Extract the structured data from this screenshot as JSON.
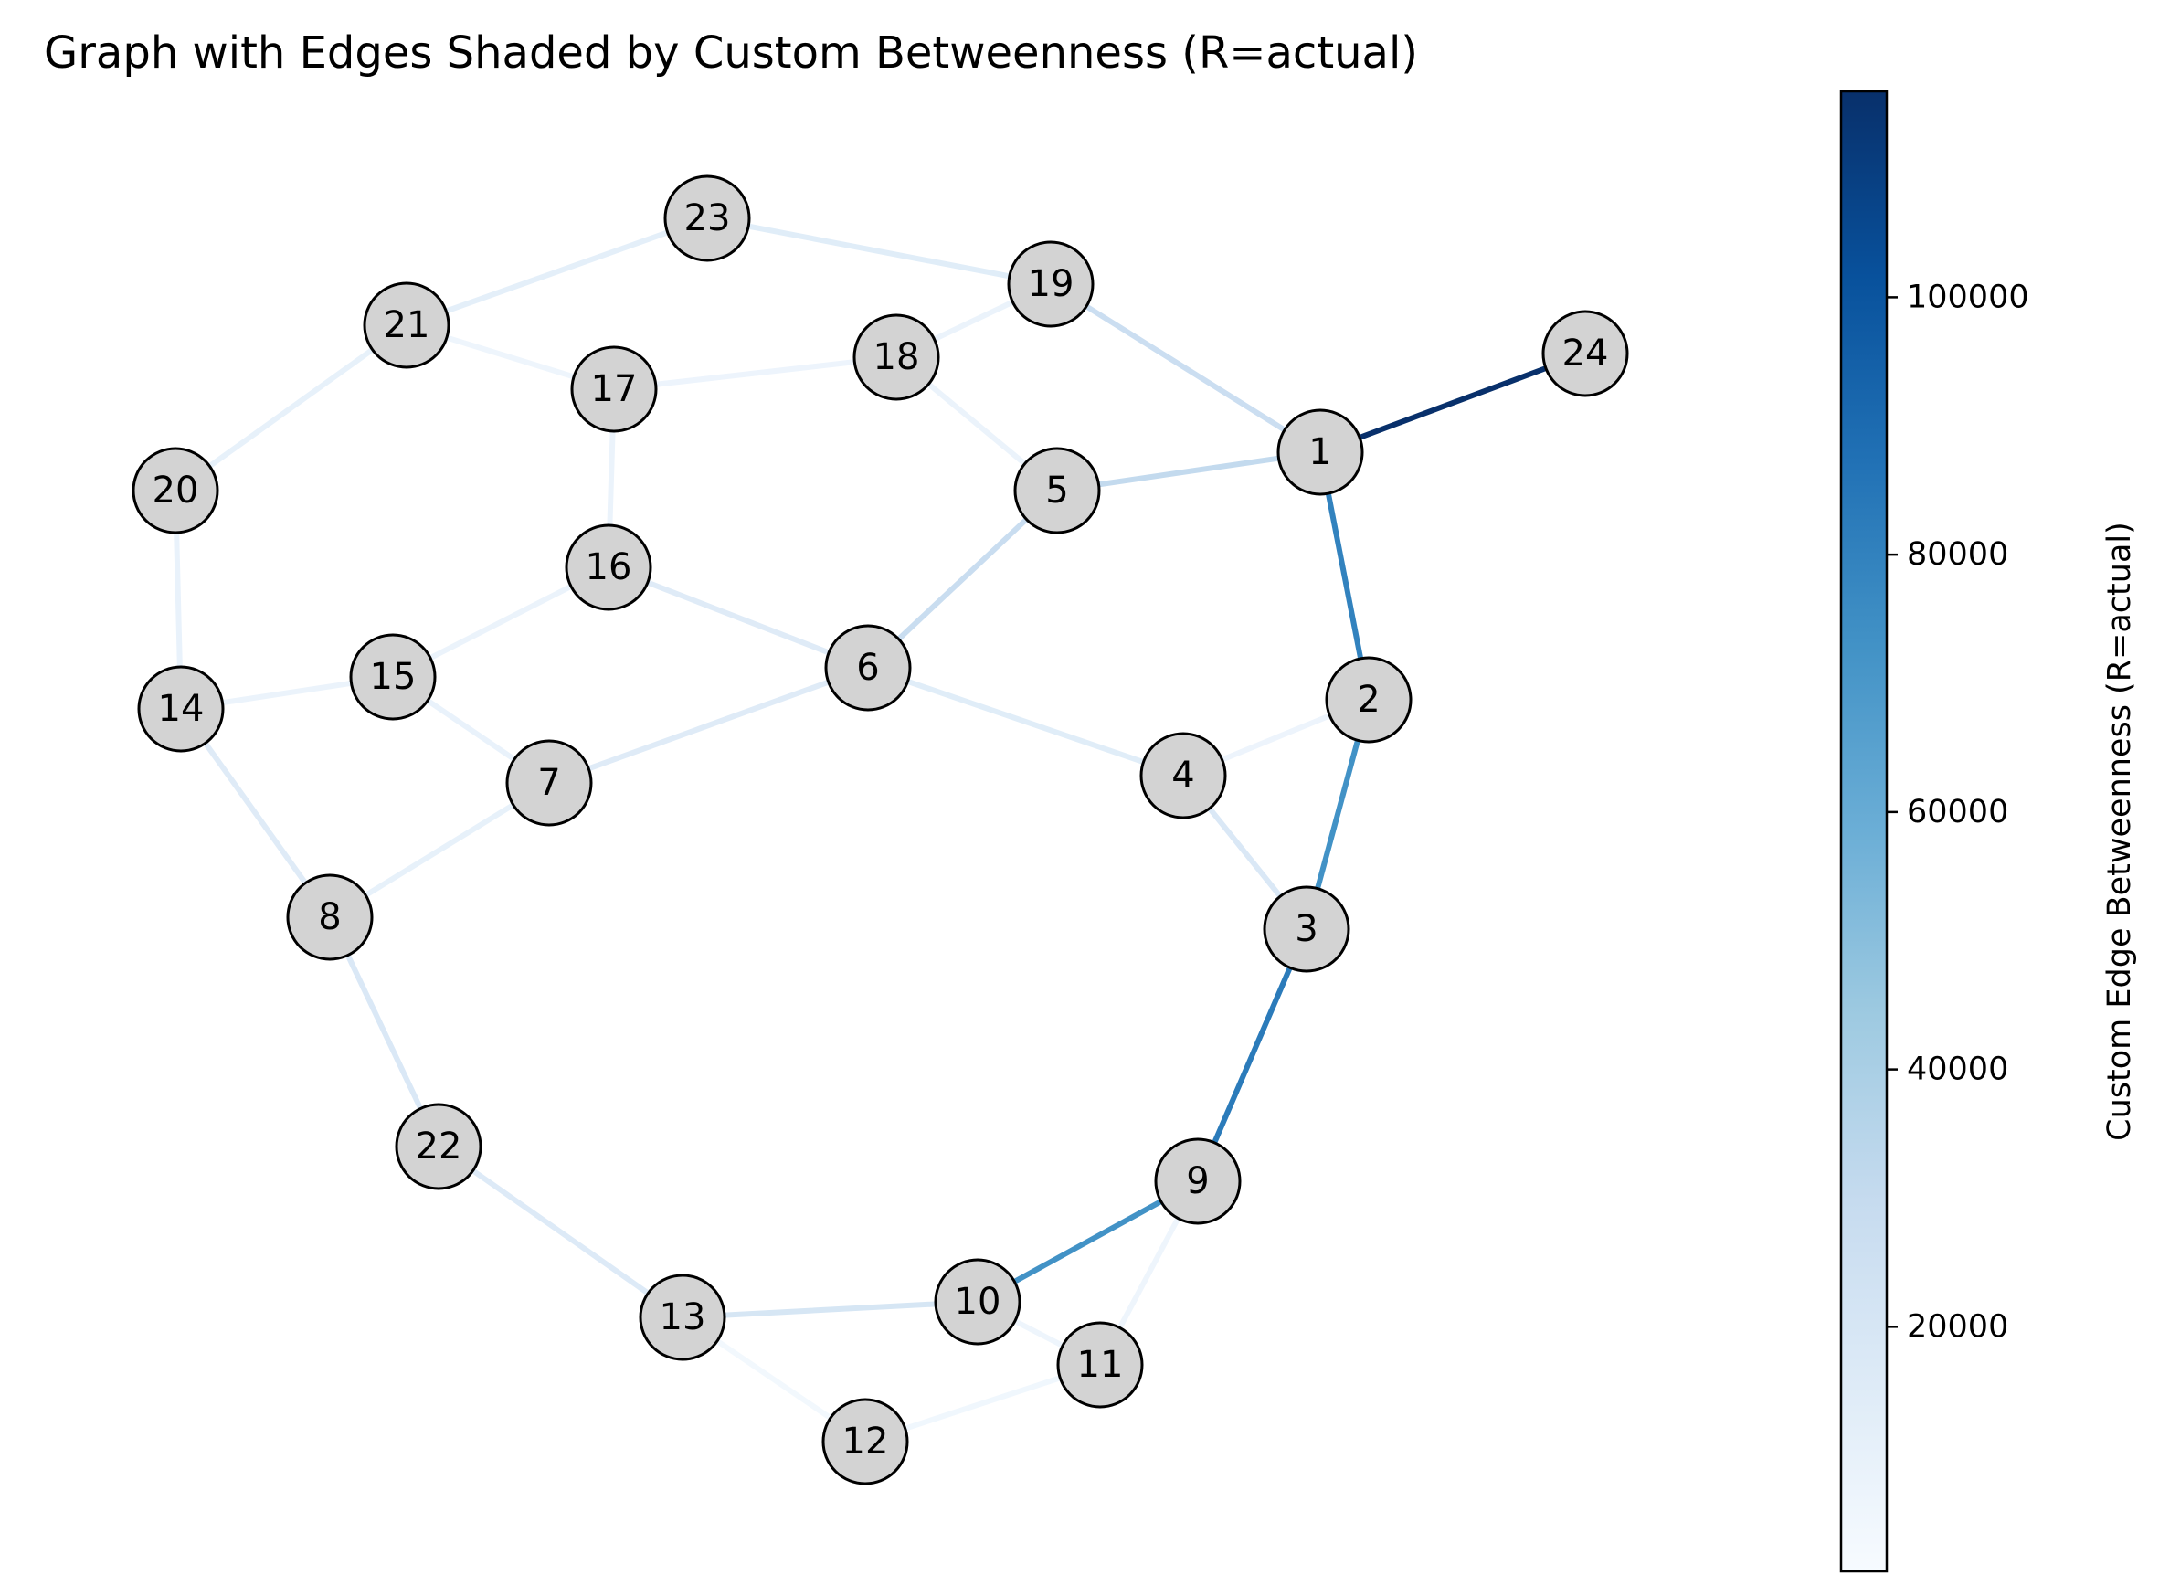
{
  "title": "Graph with Edges Shaded by Custom Betweenness (R=actual)",
  "colorbar": {
    "label": "Custom Edge Betweenness (R=actual)",
    "colormap": "Blues",
    "min": 1000,
    "max": 116000,
    "ticks": [
      20000,
      40000,
      60000,
      80000,
      100000
    ],
    "tick_labels": [
      "20000",
      "40000",
      "60000",
      "80000",
      "100000"
    ]
  },
  "node_style": {
    "fill": "#d3d3d3",
    "stroke": "#000000"
  },
  "nodes": [
    "1",
    "2",
    "3",
    "4",
    "5",
    "6",
    "7",
    "8",
    "9",
    "10",
    "11",
    "12",
    "13",
    "14",
    "15",
    "16",
    "17",
    "18",
    "19",
    "20",
    "21",
    "22",
    "23",
    "24"
  ],
  "edges": [
    {
      "source": "1",
      "target": "24",
      "betweenness": 116000
    },
    {
      "source": "1",
      "target": "2",
      "betweenness": 80000
    },
    {
      "source": "2",
      "target": "3",
      "betweenness": 73000
    },
    {
      "source": "3",
      "target": "9",
      "betweenness": 83000
    },
    {
      "source": "9",
      "target": "10",
      "betweenness": 73000
    },
    {
      "source": "1",
      "target": "5",
      "betweenness": 31000
    },
    {
      "source": "1",
      "target": "19",
      "betweenness": 27000
    },
    {
      "source": "5",
      "target": "6",
      "betweenness": 28000
    },
    {
      "source": "3",
      "target": "4",
      "betweenness": 18000
    },
    {
      "source": "8",
      "target": "22",
      "betweenness": 18000
    },
    {
      "source": "13",
      "target": "22",
      "betweenness": 16000
    },
    {
      "source": "10",
      "target": "13",
      "betweenness": 20000
    },
    {
      "source": "14",
      "target": "8",
      "betweenness": 15000
    },
    {
      "source": "6",
      "target": "7",
      "betweenness": 15000
    },
    {
      "source": "6",
      "target": "4",
      "betweenness": 14000
    },
    {
      "source": "6",
      "target": "16",
      "betweenness": 15000
    },
    {
      "source": "19",
      "target": "23",
      "betweenness": 14000
    },
    {
      "source": "21",
      "target": "23",
      "betweenness": 12000
    },
    {
      "source": "21",
      "target": "20",
      "betweenness": 10000
    },
    {
      "source": "14",
      "target": "20",
      "betweenness": 9000
    },
    {
      "source": "7",
      "target": "8",
      "betweenness": 10000
    },
    {
      "source": "15",
      "target": "7",
      "betweenness": 9000
    },
    {
      "source": "15",
      "target": "16",
      "betweenness": 8000
    },
    {
      "source": "14",
      "target": "15",
      "betweenness": 8000
    },
    {
      "source": "16",
      "target": "17",
      "betweenness": 8000
    },
    {
      "source": "17",
      "target": "18",
      "betweenness": 7000
    },
    {
      "source": "18",
      "target": "19",
      "betweenness": 8000
    },
    {
      "source": "18",
      "target": "5",
      "betweenness": 8000
    },
    {
      "source": "17",
      "target": "21",
      "betweenness": 6000
    },
    {
      "source": "2",
      "target": "4",
      "betweenness": 7000
    },
    {
      "source": "9",
      "target": "11",
      "betweenness": 6000
    },
    {
      "source": "10",
      "target": "11",
      "betweenness": 6000
    },
    {
      "source": "11",
      "target": "12",
      "betweenness": 5000
    },
    {
      "source": "12",
      "target": "13",
      "betweenness": 4000
    }
  ]
}
